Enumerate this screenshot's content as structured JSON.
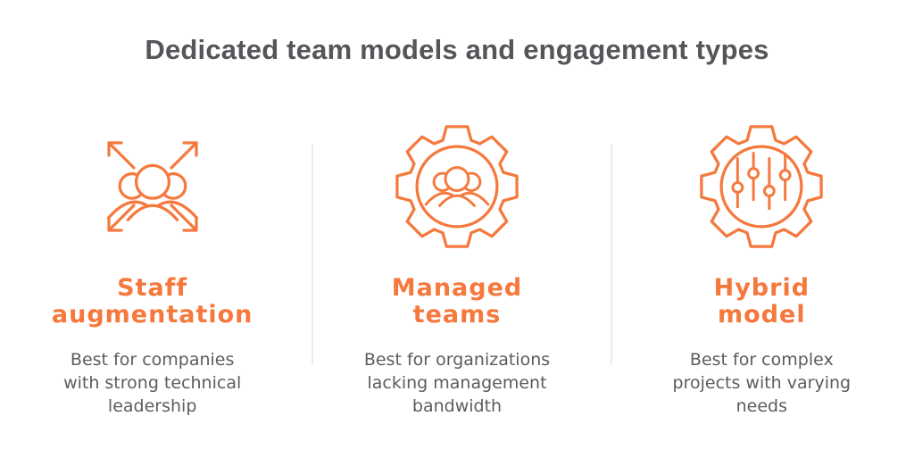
{
  "title": "Dedicated team models and engagement types",
  "colors": {
    "accent": "#F5783C",
    "title_text": "#55565A",
    "body_text": "#5C5C5E",
    "divider": "#EBEBED",
    "background": "#FFFFFF"
  },
  "columns": [
    {
      "id": "staff-augmentation",
      "icon": "people-expand-icon",
      "heading": "Staff augmentation",
      "heading_lines": [
        "Staff",
        "augmentation"
      ],
      "description": "Best for companies with strong technical leadership",
      "desc_lines": [
        "Best for companies",
        "with strong technical",
        "leadership"
      ]
    },
    {
      "id": "managed-teams",
      "icon": "gear-team-icon",
      "heading": "Managed teams",
      "heading_lines": [
        "Managed",
        "teams"
      ],
      "description": "Best for organizations lacking management bandwidth",
      "desc_lines": [
        "Best for organizations",
        "lacking management",
        "bandwidth"
      ]
    },
    {
      "id": "hybrid-model",
      "icon": "gear-sliders-icon",
      "heading": "Hybrid model",
      "heading_lines": [
        "Hybrid",
        "model"
      ],
      "description": "Best for complex projects with varying needs",
      "desc_lines": [
        "Best for complex",
        "projects with varying",
        "needs"
      ]
    }
  ]
}
